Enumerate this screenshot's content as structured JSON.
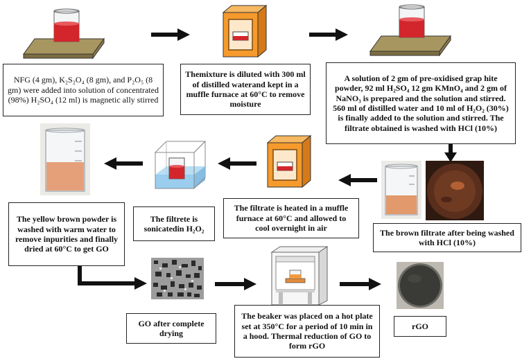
{
  "steps": {
    "step1": "NFG (4 gm), K₂S₂O₄ (8 gm), and P₂O₅ (8 gm) were added into solution of concentrated (98%) H₂SO₄ (12 ml) is magnetic ally stirred",
    "step2": "Themixture is diluted with 300 ml of distilled waterand kept in a muffle furnace at 60°C to remove moisture",
    "step3": "A solution of 2 gm of pre-oxidised grap hite powder, 92 ml H₂SO₄ 12 gm KMnO₄ and 2 gm of NaNO₃ is prepared and the solution and stirred. 560 ml of distilled water and 10 ml of H₂O₂ (30%) is finally added to the solution and stirred. The filtrate obtained is washed with HCl (10%)",
    "step4": "The brown filtrate after being washed with HCl (10%)",
    "step5": "The filtrate is heated in a muffle furnace at 60°C and allowed to cool overnight in air",
    "step6": "The filtrete is sonicatedin H₂O₂",
    "step7": "The yellow brown powder is washed with warm water to remove inpurities and finally dried at 60°C to get GO",
    "step8": "GO after complete drying",
    "step9": "The beaker was placed on a hot plate set at 350°C for a period of 10 min in a hood. Thermal reduction of GO to form rGO",
    "step10": "rGO"
  },
  "colors": {
    "liquid_red": "#d2262c",
    "furnace_orange": "#f59a2c",
    "hotplate_olive": "#9a8a55",
    "water_blue": "#8fc8ec",
    "brown_filtrate": "#5a2e1c",
    "rgo_dark": "#3a3a36"
  }
}
